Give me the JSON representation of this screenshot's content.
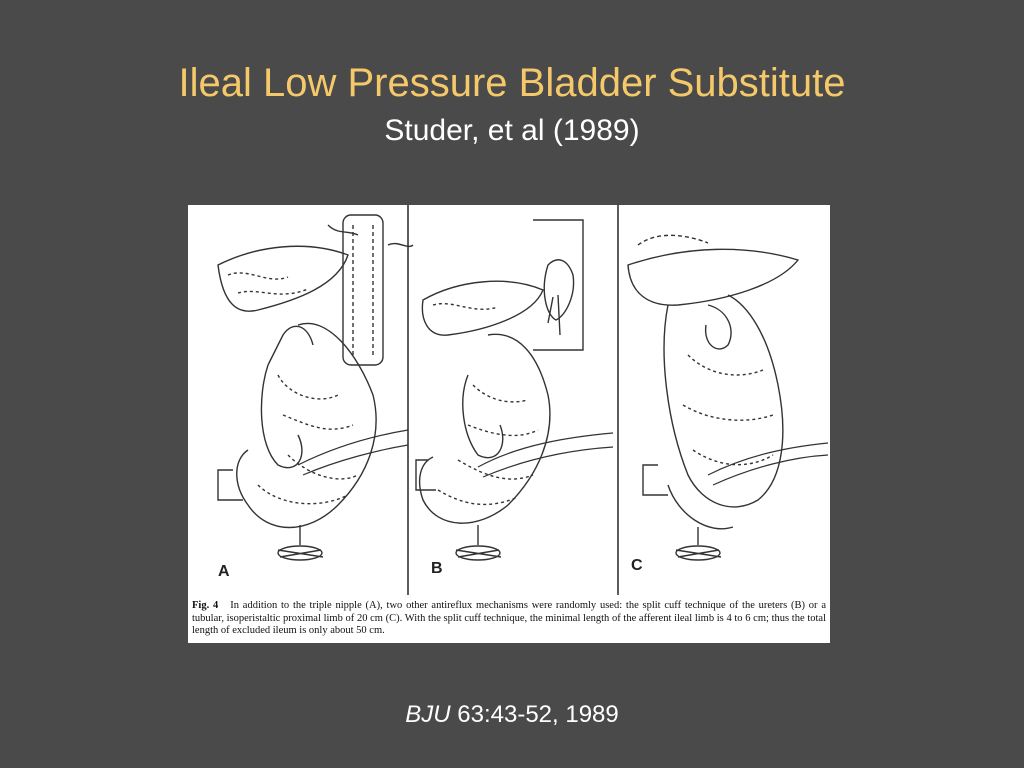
{
  "slide": {
    "title": "Ileal Low Pressure Bladder Substitute",
    "subtitle": "Studer, et al (1989)",
    "citation": {
      "journal": "BJU",
      "details": " 63:43-52, 1989"
    }
  },
  "figure": {
    "panels": [
      {
        "label": "A"
      },
      {
        "label": "B"
      },
      {
        "label": "C"
      }
    ],
    "caption_label": "Fig. 4",
    "caption_text": "In addition to the triple nipple (A), two other antireflux mechanisms were randomly used: the split cuff technique of the ureters (B) or a tubular, isoperistaltic proximal limb of 20 cm (C). With the split cuff technique, the minimal length of the afferent ileal limb is 4 to 6 cm; thus the total length of excluded ileum is only about 50 cm."
  }
}
